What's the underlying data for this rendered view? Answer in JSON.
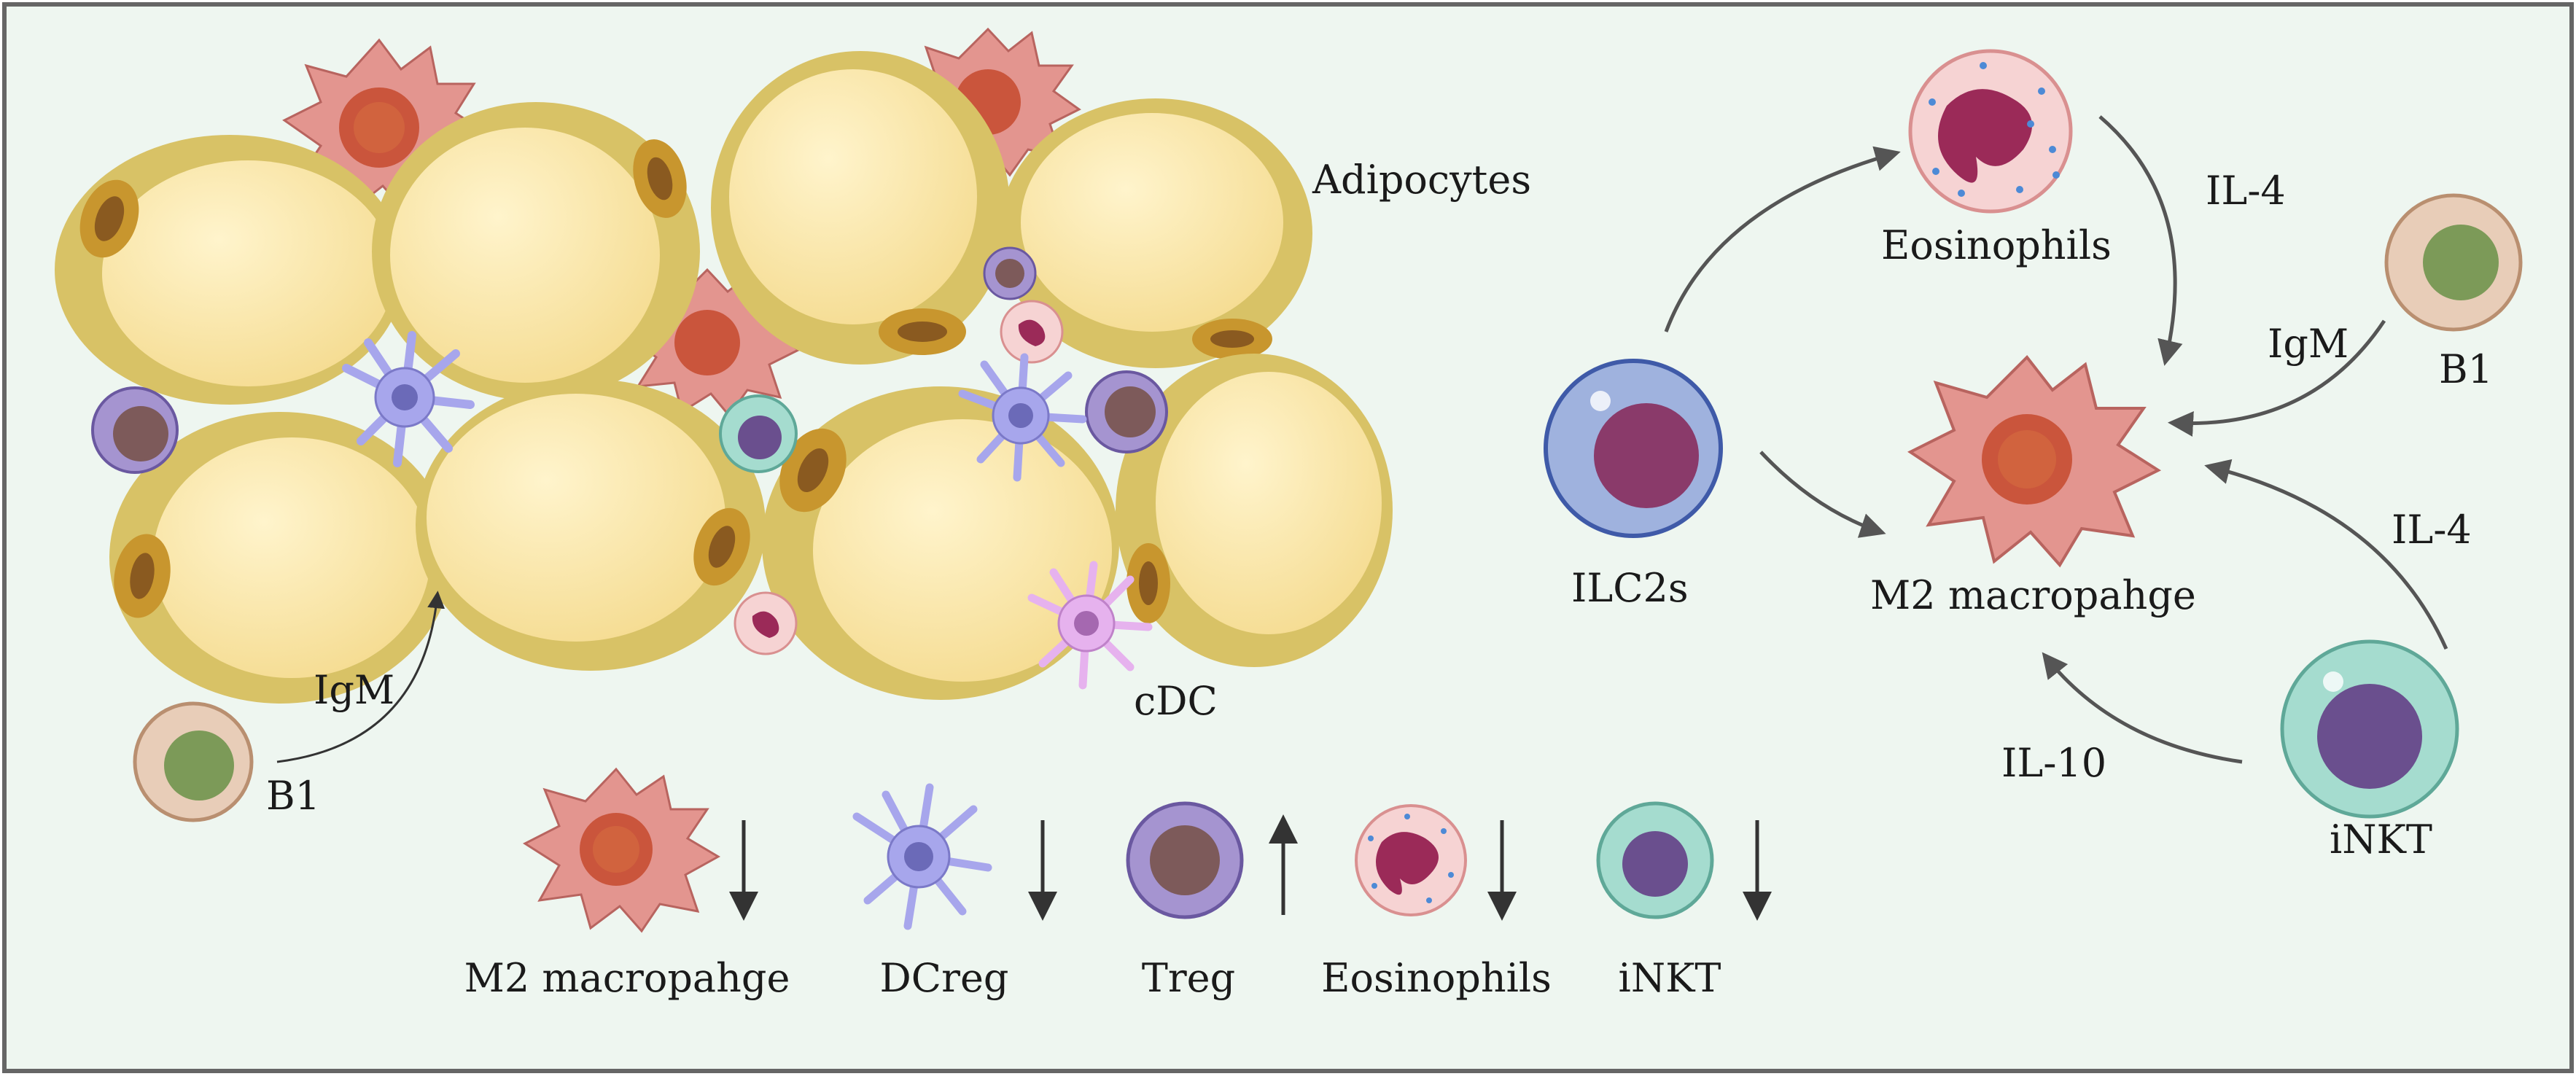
{
  "labels": {
    "adipocytes": "Adipocytes",
    "cdc": "cDC",
    "b1_left": "B1",
    "igm_left": "IgM",
    "eosinophils_top": "Eosinophils",
    "il4_top": "IL-4",
    "igm_right": "IgM",
    "b1_right": "B1",
    "ilc2s": "ILC2s",
    "m2_center": "M2 macropahge",
    "il4_right": "IL-4",
    "il10": "IL-10",
    "inkt_right": "iNKT"
  },
  "legend": [
    {
      "label": "M2 macropahge",
      "trend": "down"
    },
    {
      "label": "DCreg",
      "trend": "down"
    },
    {
      "label": "Treg",
      "trend": "up"
    },
    {
      "label": "Eosinophils",
      "trend": "down"
    },
    {
      "label": "iNKT",
      "trend": "down"
    }
  ],
  "colors": {
    "background": "#eef6f0",
    "frame": "#666666",
    "adipocyte_rim": "#d8c266",
    "adipocyte_fill": "#fbeab0",
    "macrophage": "#e3958f",
    "macrophage_nucleus": "#c64a2e",
    "dendritic": "#a7a6ec",
    "cdc": "#e6b2ee",
    "treg": "#a594d0",
    "eosinophil": "#f6d3d3",
    "eosinophil_nucleus": "#9b2a58",
    "b1": "#e8cdb8",
    "b1_nucleus": "#7c9a58",
    "ilc2": "#9fb2de",
    "inkt": "#a5dccf",
    "arrow": "#555555"
  }
}
